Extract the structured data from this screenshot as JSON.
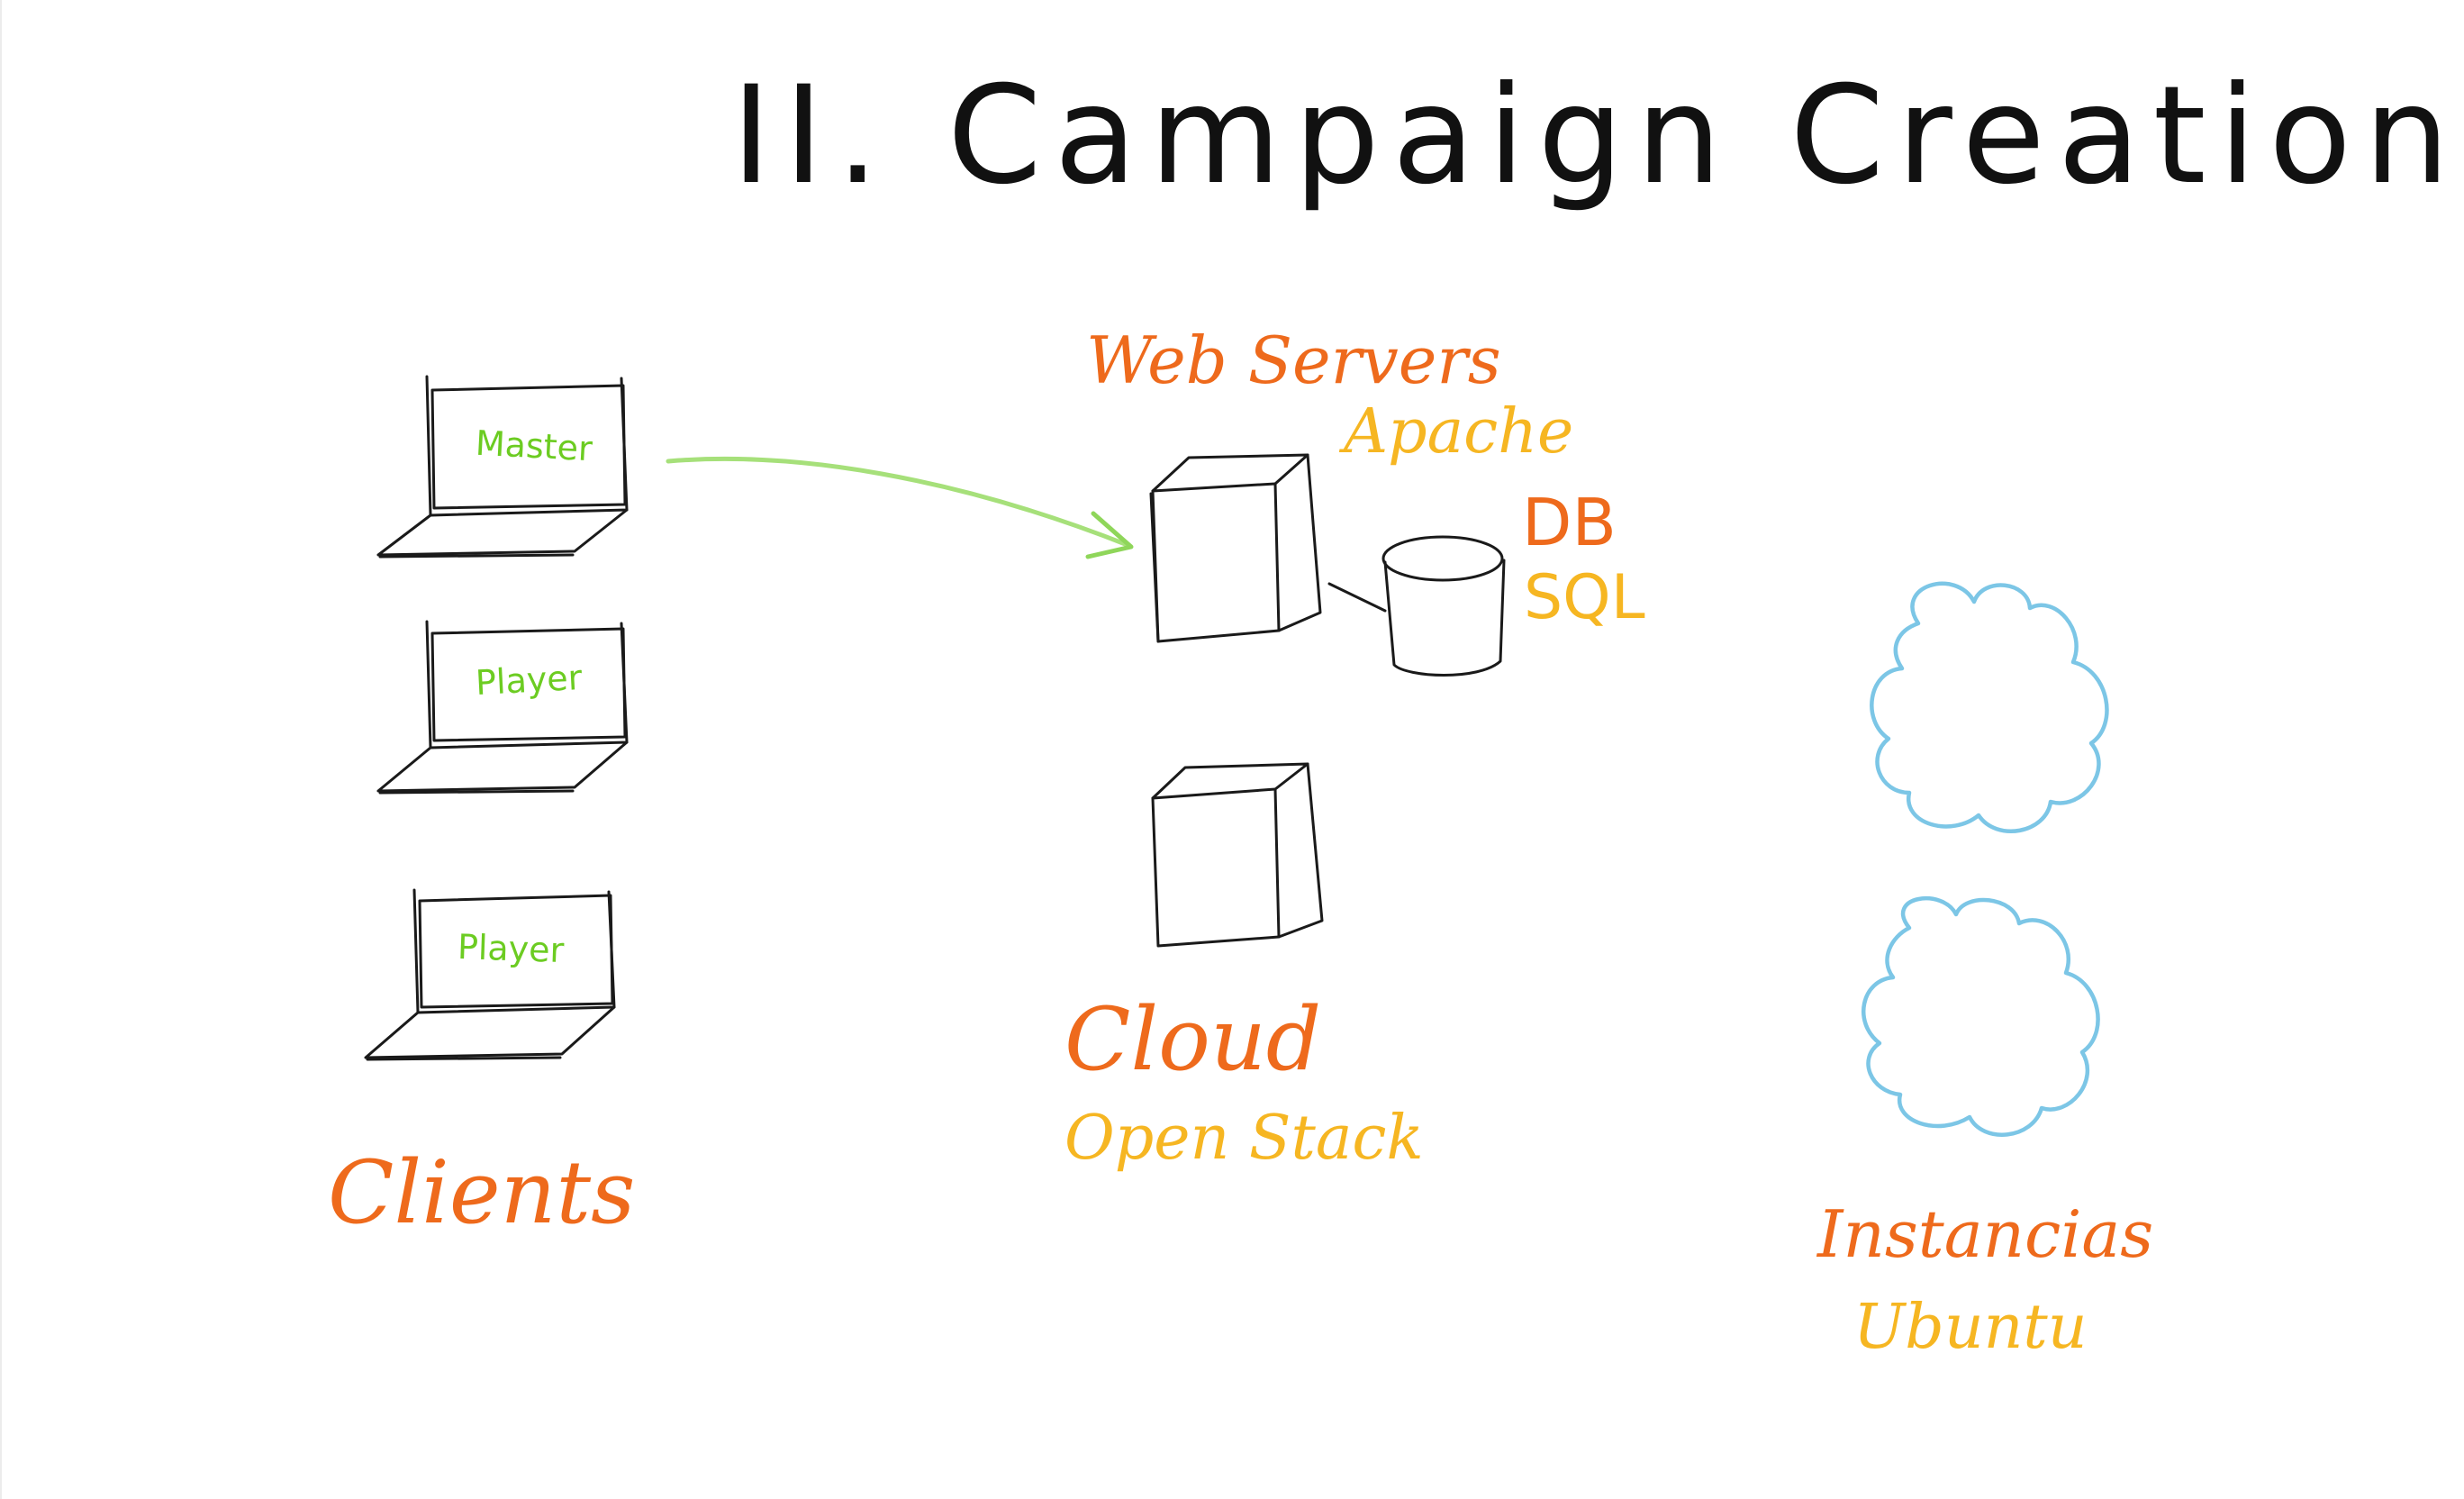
{
  "title": "II. Campaign Creation",
  "colors": {
    "ink": "#1a1a1a",
    "orange": "#ee6a1c",
    "yellow": "#f6b622",
    "green": "#6ccc22",
    "arrow_green": "#a6e07a",
    "cloud_blue": "#7cc6e6"
  },
  "clients": {
    "laptops": [
      {
        "screen_label": "Master"
      },
      {
        "screen_label": "Player"
      },
      {
        "screen_label": "Player"
      }
    ],
    "label": "Clients"
  },
  "web_servers": {
    "label": "Web Servers",
    "sublabel": "Apache"
  },
  "database": {
    "label": "DB",
    "sublabel": "SQL"
  },
  "cloud": {
    "label": "Cloud",
    "sublabel": "Open Stack"
  },
  "instances": {
    "label": "Instancias",
    "sublabel": "Ubuntu",
    "icons": [
      "cloud-icon",
      "cloud-icon"
    ]
  }
}
